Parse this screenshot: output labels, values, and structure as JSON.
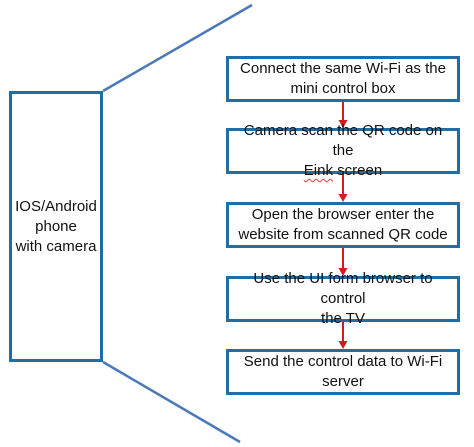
{
  "phone": {
    "label": "IOS/Android\nphone\nwith camera"
  },
  "steps": [
    {
      "before": "Connect the same Wi-Fi as the\nmini control box",
      "underlined": "",
      "after": ""
    },
    {
      "before": "Camera scan the QR code on the\n",
      "underlined": "Eink",
      "after": " screen"
    },
    {
      "before": "Open the browser enter the\nwebsite from scanned QR code",
      "underlined": "",
      "after": ""
    },
    {
      "before": "Use the UI form browser to control\nthe TV",
      "underlined": "",
      "after": ""
    },
    {
      "before": "Send the control data to Wi-Fi\nserver",
      "underlined": "",
      "after": ""
    }
  ],
  "colors": {
    "box_border": "#1f6fa6",
    "connector": "#4a78b8",
    "arrow": "#d01e1e",
    "spellcheck_underline": "#e03a3a"
  }
}
